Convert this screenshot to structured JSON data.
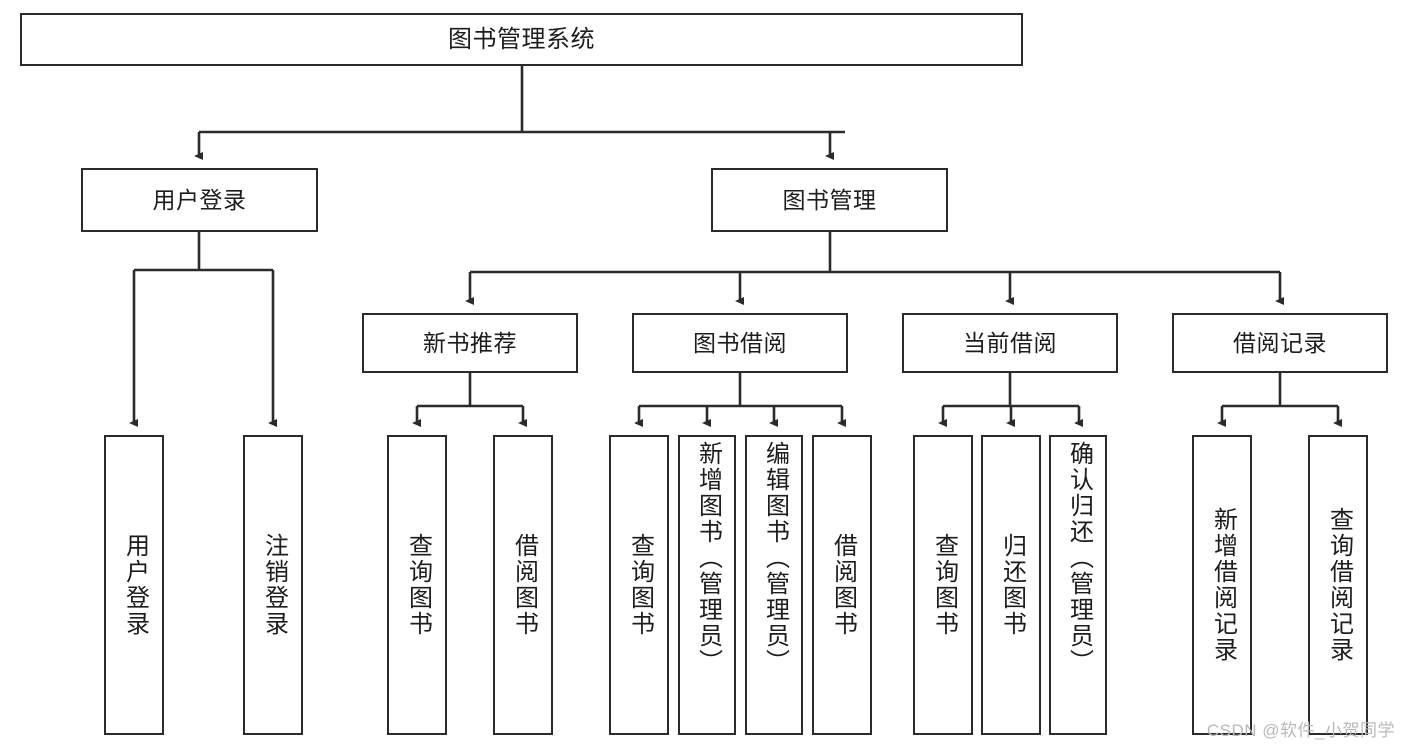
{
  "diagram": {
    "title": "图书管理系统",
    "type": "tree-hierarchy-chart",
    "watermark": "CSDN @软件_小贺同学",
    "colors": {
      "node_border": "#2b2b2b",
      "node_fill": "#ffffff",
      "edge": "#2b2b2b",
      "text": "#1d1d1d",
      "watermark": "#b9b9b9",
      "background": "#ffffff"
    },
    "root": {
      "label": "图书管理系统"
    },
    "level2": [
      {
        "id": "user-login",
        "label": "用户登录"
      },
      {
        "id": "book-manage",
        "label": "图书管理"
      }
    ],
    "level3": [
      {
        "id": "new-book-recommend",
        "label": "新书推荐"
      },
      {
        "id": "book-borrow",
        "label": "图书借阅"
      },
      {
        "id": "current-borrow",
        "label": "当前借阅"
      },
      {
        "id": "borrow-record",
        "label": "借阅记录"
      }
    ],
    "leaves": {
      "user-login": [
        {
          "id": "leaf-user-login",
          "label": "用户登录"
        },
        {
          "id": "leaf-logout-login",
          "label": "注销登录"
        }
      ],
      "new-book-recommend": [
        {
          "id": "leaf-query-book-1",
          "label": "查询图书"
        },
        {
          "id": "leaf-borrow-book-1",
          "label": "借阅图书"
        }
      ],
      "book-borrow": [
        {
          "id": "leaf-query-book-2",
          "label": "查询图书"
        },
        {
          "id": "leaf-add-book",
          "label": "新增图书（管理员）"
        },
        {
          "id": "leaf-edit-book",
          "label": "编辑图书（管理员）"
        },
        {
          "id": "leaf-borrow-book-2",
          "label": "借阅图书"
        }
      ],
      "current-borrow": [
        {
          "id": "leaf-query-book-3",
          "label": "查询图书"
        },
        {
          "id": "leaf-return-book",
          "label": "归还图书"
        },
        {
          "id": "leaf-confirm-return",
          "label": "确认归还（管理员）"
        }
      ],
      "borrow-record": [
        {
          "id": "leaf-add-record",
          "label": "新增借阅记录"
        },
        {
          "id": "leaf-query-record",
          "label": "查询借阅记录"
        }
      ]
    }
  }
}
